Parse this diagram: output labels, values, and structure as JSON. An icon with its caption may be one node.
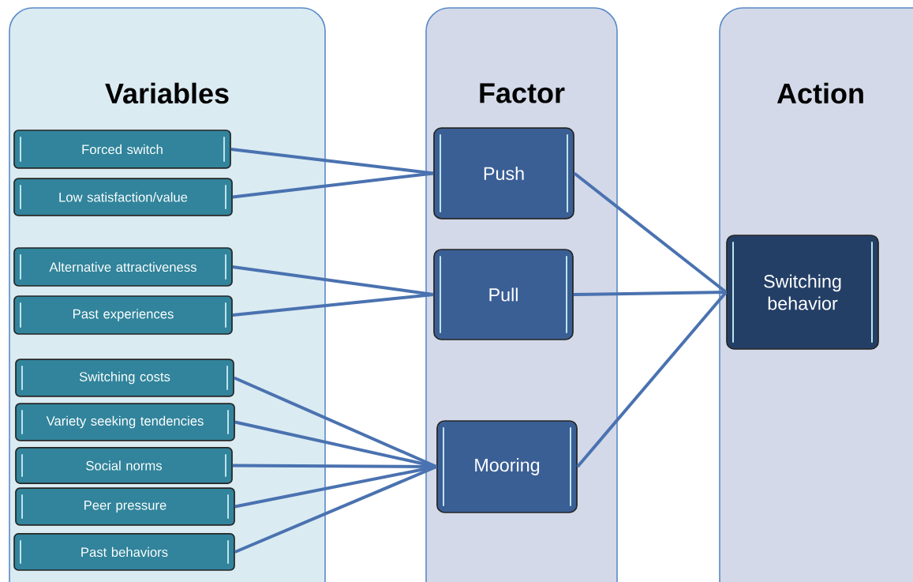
{
  "diagram": {
    "nodes": [
      {
        "text": [
          "Variables"
        ]
      },
      {
        "text": [
          "Forced switch"
        ],
        "in": 0
      },
      {
        "text": [
          "Low satisfaction/value"
        ],
        "in": 0
      },
      {
        "text": [
          "Alternative attractiveness"
        ],
        "in": 0
      },
      {
        "text": [
          "Past experiences"
        ],
        "in": 0
      },
      {
        "text": [
          "Switching costs"
        ],
        "in": 0
      },
      {
        "text": [
          "Variety seeking tendencies"
        ],
        "in": 0
      },
      {
        "text": [
          "Social norms"
        ],
        "in": 0
      },
      {
        "text": [
          "Peer pressure"
        ],
        "in": 0
      },
      {
        "text": [
          "Past behaviors"
        ],
        "in": 0
      },
      {
        "text": [
          "Factor"
        ]
      },
      {
        "text": [
          "Push"
        ],
        "in": 10
      },
      {
        "text": [
          "Pull"
        ],
        "in": 10
      },
      {
        "text": [
          "Mooring"
        ],
        "in": 10
      },
      {
        "text": [
          "Action"
        ]
      },
      {
        "text": [
          "Switching behavior"
        ],
        "in": 14
      }
    ],
    "edges": [
      {
        "from": 1,
        "to": 11,
        "arrow": "none"
      },
      {
        "from": 2,
        "to": 11,
        "arrow": "none"
      },
      {
        "from": 3,
        "to": 12,
        "arrow": "none"
      },
      {
        "from": 4,
        "to": 12,
        "arrow": "none"
      },
      {
        "from": 5,
        "to": 13,
        "arrow": "none"
      },
      {
        "from": 6,
        "to": 13,
        "arrow": "none"
      },
      {
        "from": 7,
        "to": 13,
        "arrow": "none"
      },
      {
        "from": 8,
        "to": 13,
        "arrow": "none"
      },
      {
        "from": 9,
        "to": 13,
        "arrow": "none"
      },
      {
        "from": 11,
        "to": 15,
        "arrow": "none"
      },
      {
        "from": 12,
        "to": 15,
        "arrow": "none"
      },
      {
        "from": 13,
        "to": 15,
        "arrow": "none"
      }
    ]
  }
}
